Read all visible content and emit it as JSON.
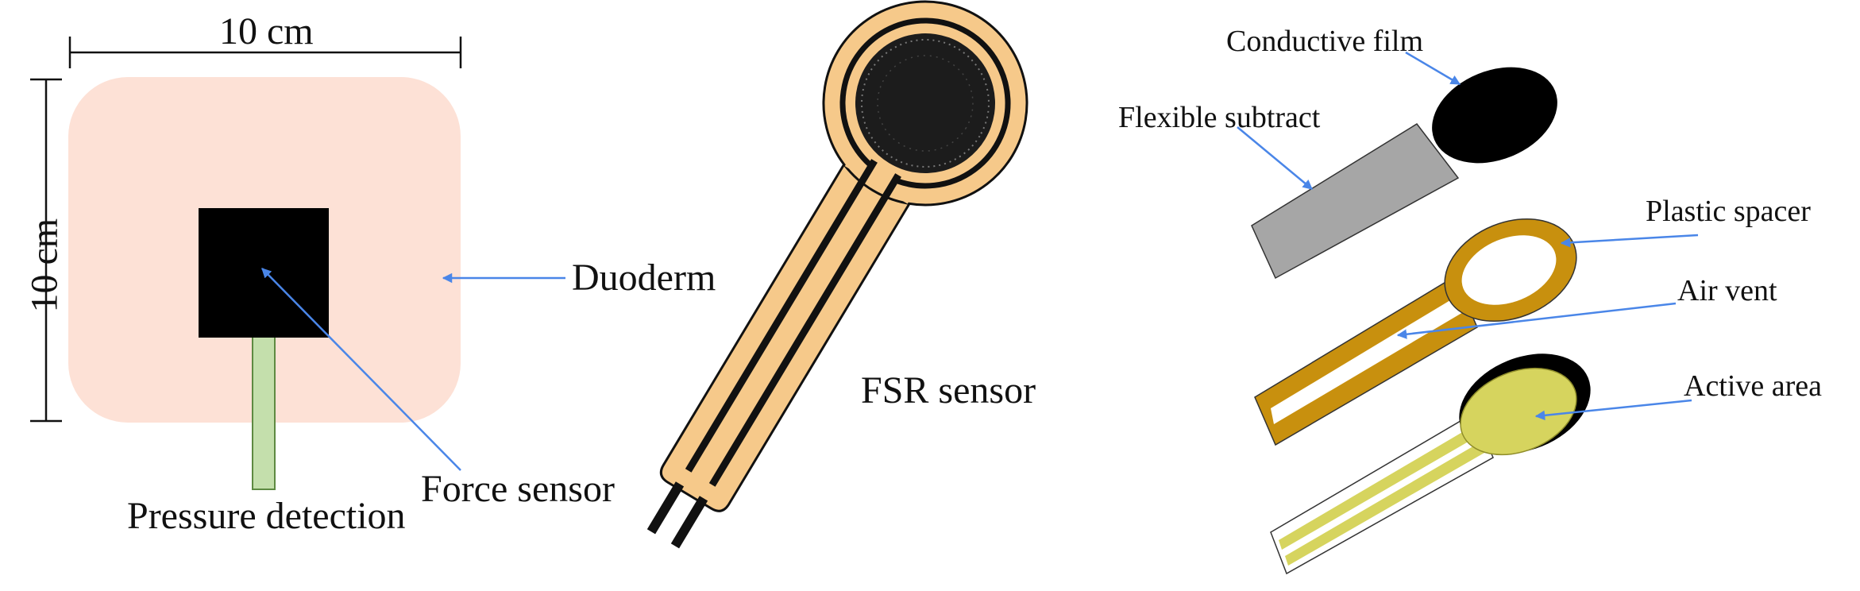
{
  "left_panel": {
    "width_dimension": "10 cm",
    "height_dimension": "10 cm",
    "dressing_label": "Duoderm",
    "sensor_label": "Force sensor",
    "footer_label": "Pressure detection",
    "colors": {
      "dressing": "#fde1d6",
      "sensor": "#000000",
      "lead": "#c4dfac",
      "arrow": "#4a86e8"
    }
  },
  "middle_panel": {
    "label": "FSR sensor",
    "colors": {
      "body": "#f6c98a",
      "traces": "#111111"
    }
  },
  "right_panel": {
    "layers": [
      {
        "label": "Conductive film"
      },
      {
        "label": "Flexible subtract"
      },
      {
        "label": "Plastic spacer"
      },
      {
        "label": "Air vent"
      },
      {
        "label": "Active area"
      }
    ],
    "colors": {
      "film": "#000000",
      "substrate": "#a6a6a6",
      "spacer": "#c8900e",
      "active": "#d6d45e",
      "arrow": "#4a86e8"
    }
  }
}
